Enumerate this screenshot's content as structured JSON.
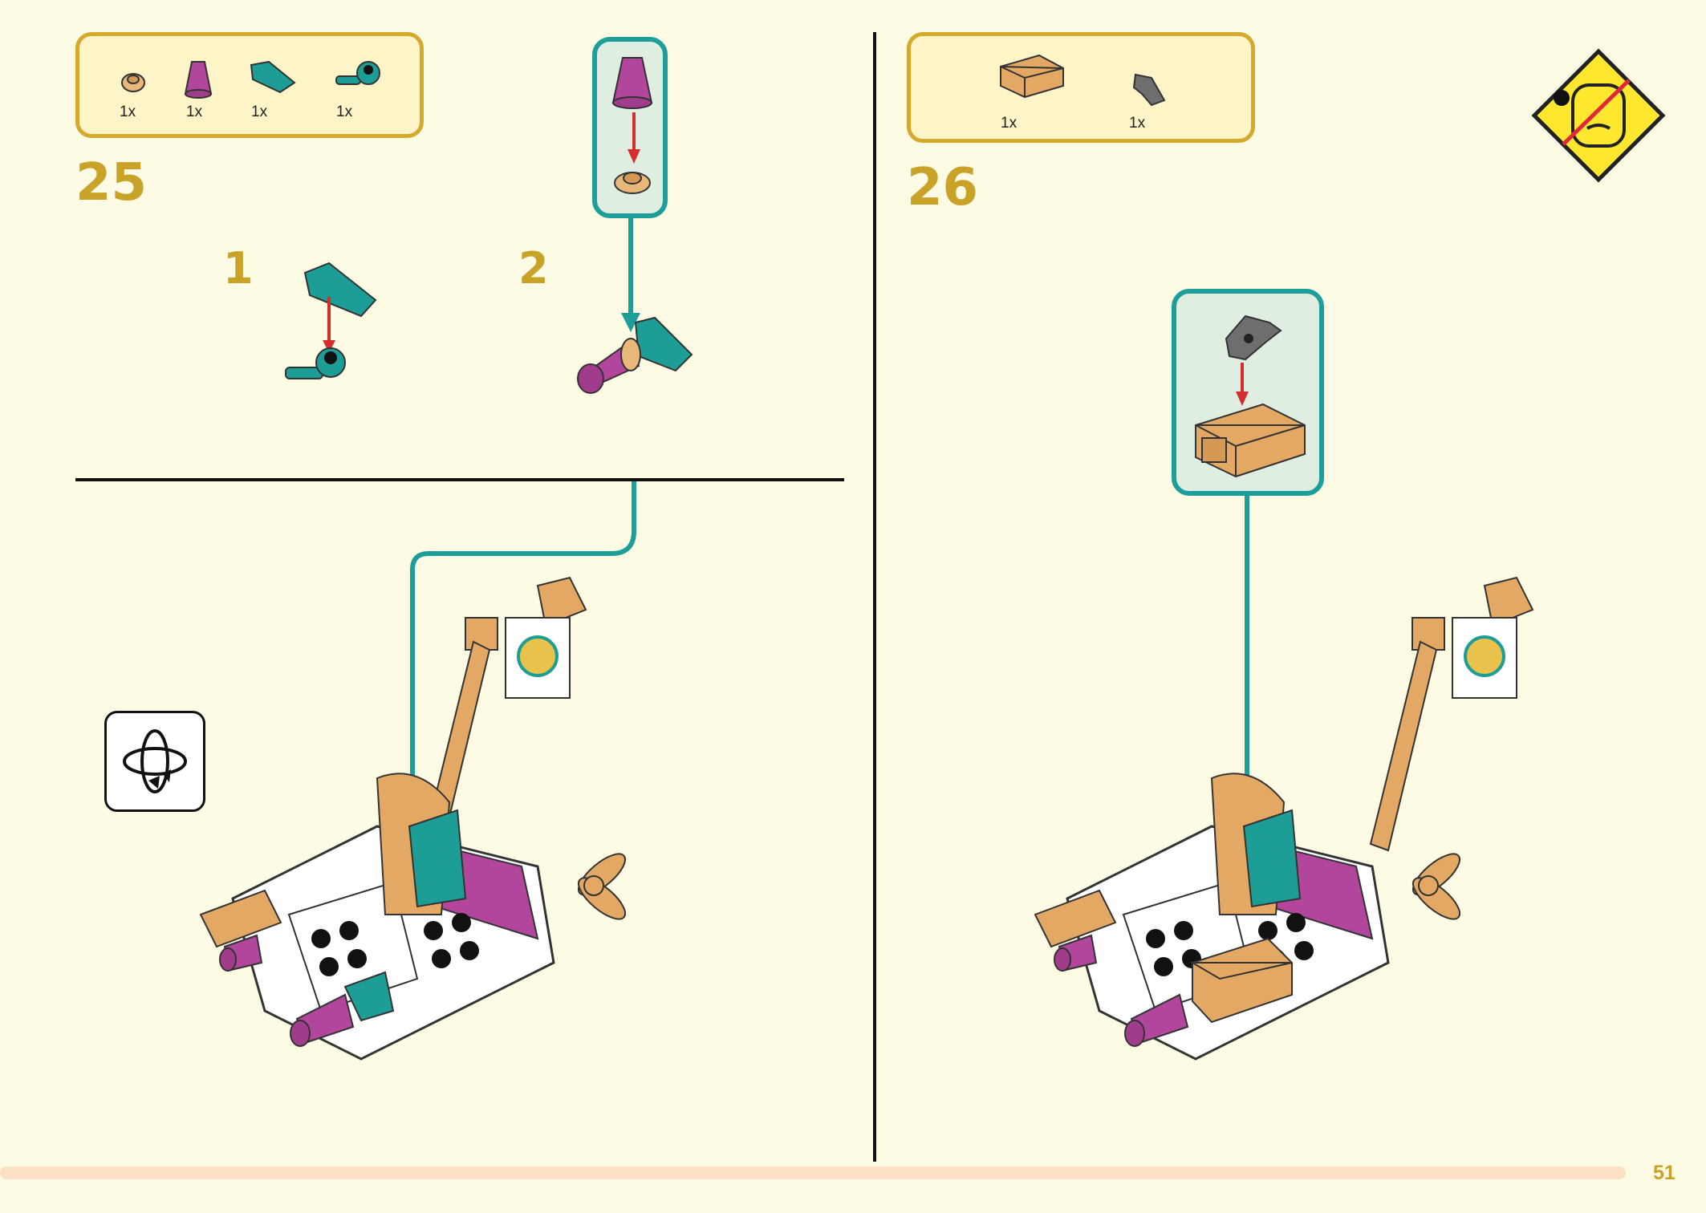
{
  "step25": {
    "number": "25",
    "parts": [
      {
        "name": "round-plate-tan",
        "qty": "1x"
      },
      {
        "name": "cone-magenta",
        "qty": "1x"
      },
      {
        "name": "wedge-teal",
        "qty": "1x"
      },
      {
        "name": "bar-clip-teal",
        "qty": "1x"
      }
    ],
    "substeps": [
      "1",
      "2"
    ]
  },
  "step26": {
    "number": "26",
    "parts": [
      {
        "name": "brick-tan",
        "qty": "1x"
      },
      {
        "name": "clip-gray",
        "qty": "1x"
      }
    ]
  },
  "page_number": "51",
  "colors": {
    "background": "#fdfbe4",
    "parts_border": "#d4a92c",
    "callout": "#1d9e98",
    "step_number": "#c9a228",
    "arrow": "#d32f2f"
  },
  "icons": [
    "rotate-model-icon",
    "choking-hazard-icon"
  ]
}
